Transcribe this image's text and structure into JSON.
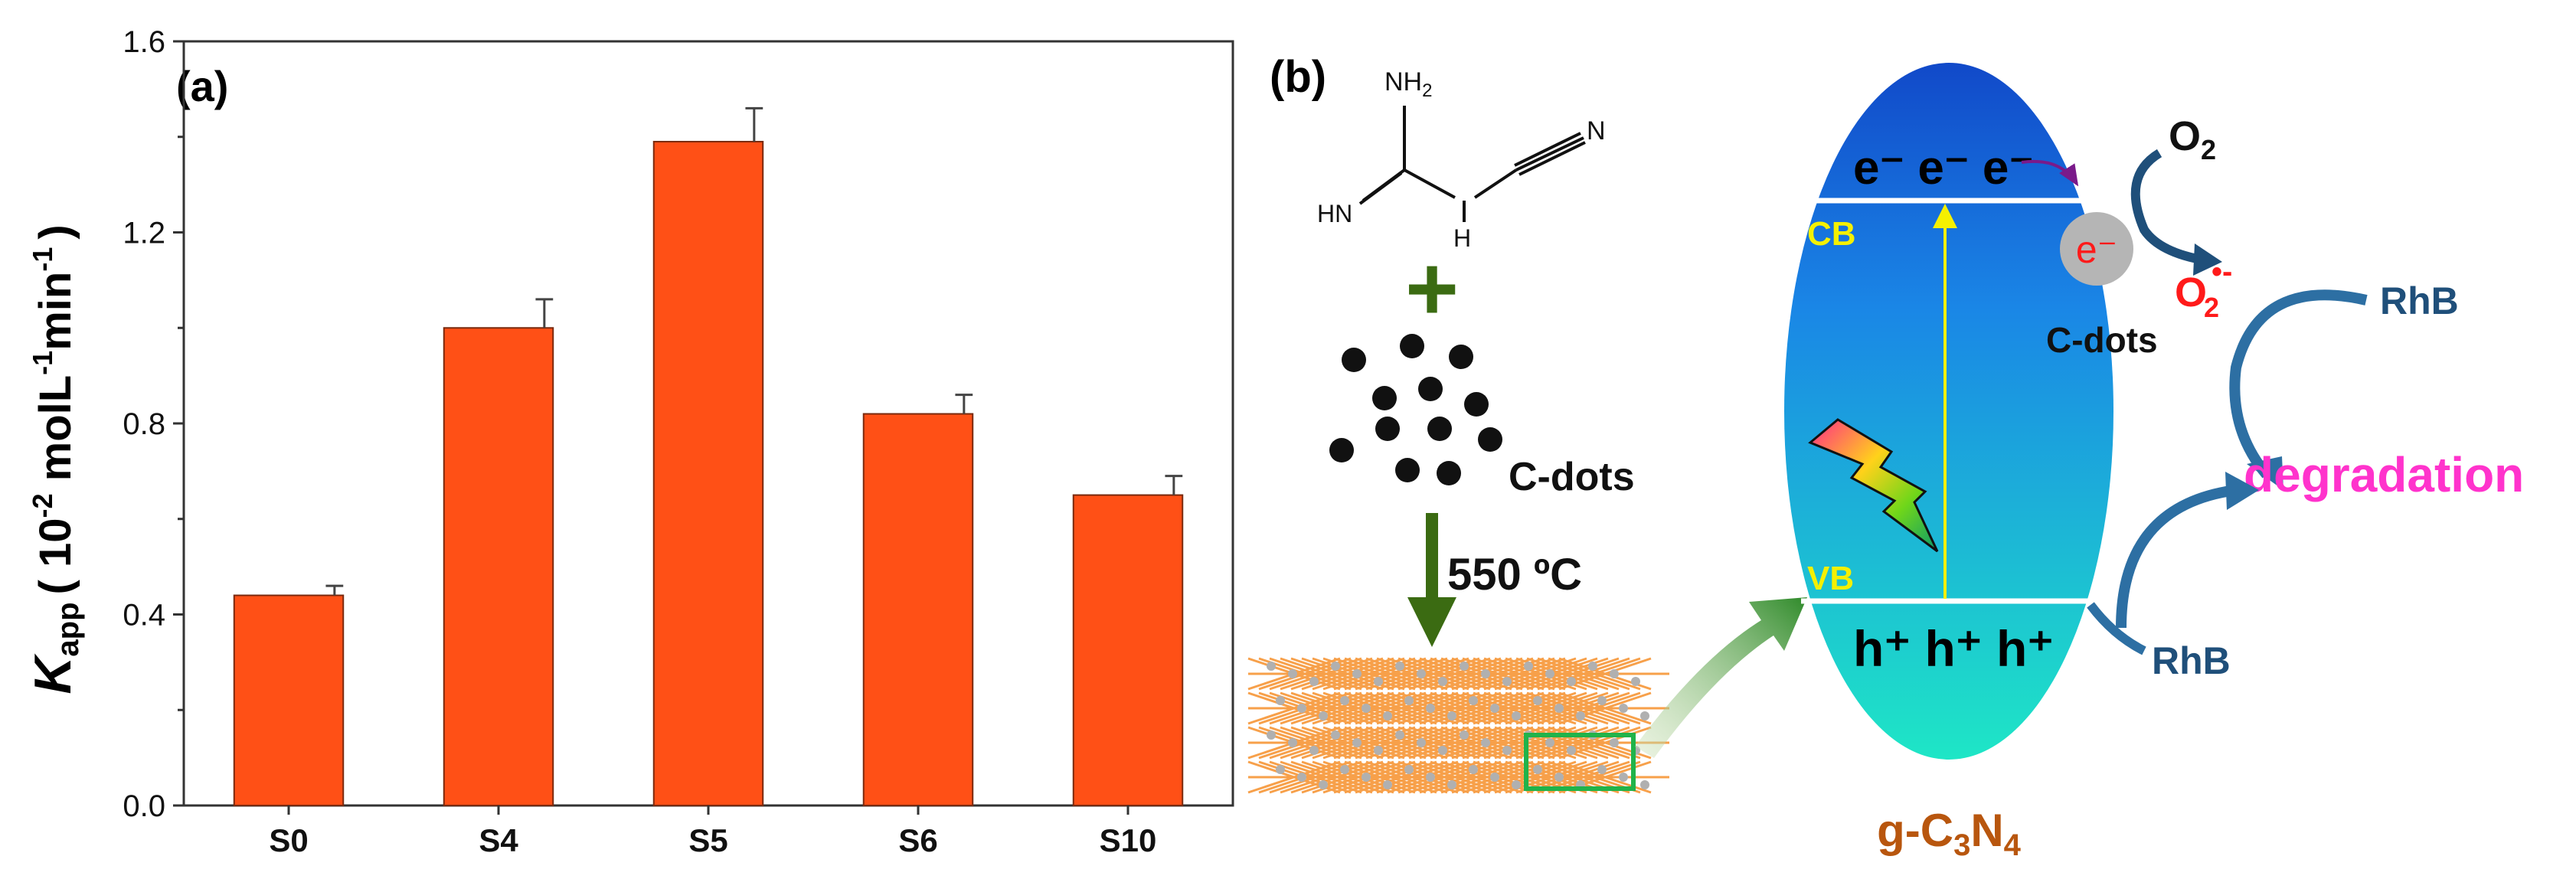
{
  "chart_data": {
    "type": "bar",
    "panel_label": "(a)",
    "categories": [
      "S0",
      "S4",
      "S5",
      "S6",
      "S10"
    ],
    "values": [
      0.44,
      1.0,
      1.39,
      0.82,
      0.65
    ],
    "errors": [
      0.02,
      0.06,
      0.07,
      0.04,
      0.04
    ],
    "ylim": [
      0.0,
      1.6
    ],
    "yticks": [
      "0.0",
      "0.4",
      "0.8",
      "1.2",
      "1.6"
    ],
    "ylabel_k": "K",
    "ylabel_sub": "app",
    "ylabel_units": "( 10",
    "ylabel_exp1": "-2",
    "ylabel_mid": " molL",
    "ylabel_exp2": "-1",
    "ylabel_min": "min",
    "ylabel_exp3": "-1",
    "ylabel_close": ")",
    "grid": false,
    "colors": {
      "bar": "#FF5016",
      "bar_edge": "#7a2a0e",
      "axis": "#333333"
    }
  },
  "scheme": {
    "panel_label": "(b)",
    "precursor": {
      "nh2": "NH",
      "nh2_sub": "2",
      "hn": "HN",
      "h": "H",
      "n": "N"
    },
    "plus": "+",
    "cdots_label": "C-dots",
    "temperature": "550 ºC",
    "band": {
      "cb_label": "CB",
      "vb_label": "VB",
      "electrons": "e⁻ e⁻ e⁻",
      "holes": "h⁺ h⁺ h⁺",
      "material_g": "g-C",
      "material_sub3": "3",
      "material_n": "N",
      "material_sub4": "4"
    },
    "cdot_electron": "e⁻",
    "cdots_label_right": "C-dots",
    "o2": "O",
    "o2_sub": "2",
    "superoxide": "O",
    "superoxide_sub": "2",
    "superoxide_sup": "•-",
    "rhb_top": "RhB",
    "rhb_bottom": "RhB",
    "degradation": "degradation",
    "colors": {
      "arrow_green": "#3b6b12",
      "band_top": "#1565d8",
      "band_bottom": "#1ee3c8",
      "cb_vb_text": "#f5f000",
      "degradation": "#ff33cc",
      "rhb": "#1f4f7a",
      "superoxide": "#ff1a1a",
      "material": "#b8560e",
      "sheet": "#f7a04a"
    }
  }
}
